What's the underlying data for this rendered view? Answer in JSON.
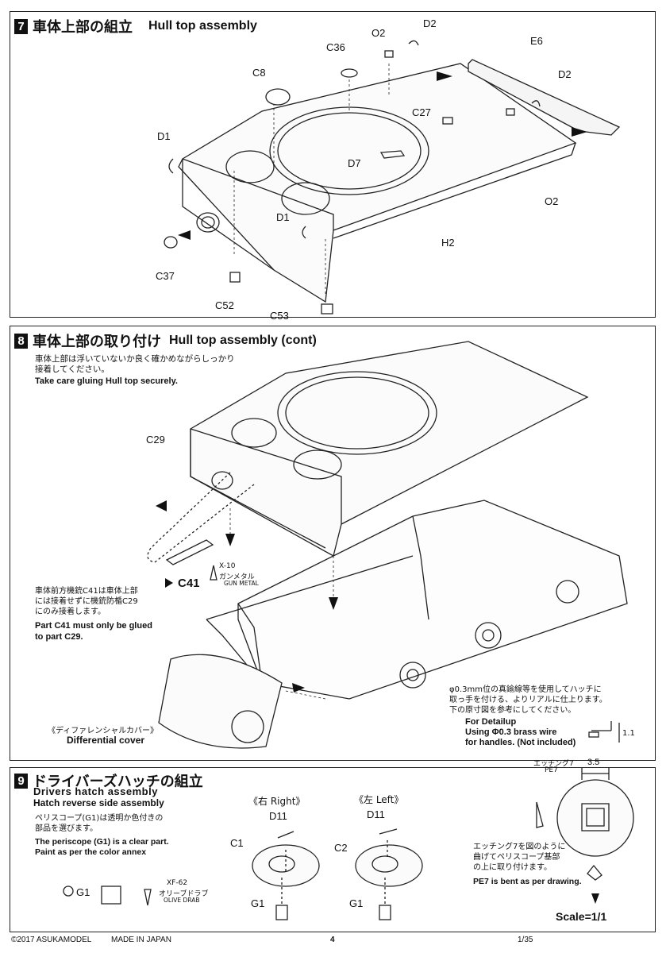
{
  "step7": {
    "number": "7",
    "title_jp": "車体上部の組立",
    "title_en": "Hull top assembly",
    "parts": {
      "o2_top": "O2",
      "d2_top": "D2",
      "c36": "C36",
      "e6": "E6",
      "d2_right": "D2",
      "c8": "C8",
      "c27": "C27",
      "d1_left": "D1",
      "d7": "D7",
      "o2_right": "O2",
      "d1_mid": "D1",
      "h2": "H2",
      "c37": "C37",
      "c52": "C52",
      "c53": "C53"
    }
  },
  "step8": {
    "number": "8",
    "title_jp": "車体上部の取り付け",
    "title_en": "Hull top assembly (cont)",
    "note_jp_1": "車体上部は浮いていないか良く確かめながらしっかり",
    "note_jp_2": "接着してください。",
    "note_en": "Take care gluing Hull top securely.",
    "c29": "C29",
    "c41": "C41",
    "paint_code": "X-10",
    "paint_jp": "ガンメタル",
    "paint_en": "GUN METAL",
    "c41_note_jp_1": "車体前方機銃C41は車体上部",
    "c41_note_jp_2": "には接着せずに機銃防楯C29",
    "c41_note_jp_3": "にのみ接着します。",
    "c41_note_en_1": "Part C41 must only be glued",
    "c41_note_en_2": "to part C29.",
    "diff_jp": "《ディファレンシャルカバー》",
    "diff_en": "Differential cover",
    "wire_jp_1": "φ0.3mm位の真鍮線等を使用してハッチに",
    "wire_jp_2": "取っ手を付ける、よりリアルに仕上ります。",
    "wire_jp_3": "下の原寸図を参考にしてください。",
    "wire_en_1": "For Detailup",
    "wire_en_2": "Using Φ0.3 brass wire",
    "wire_en_3": "for handles. (Not included)",
    "dim_1": "1.1"
  },
  "step9": {
    "number": "9",
    "title_jp": "ドライバーズハッチの組立",
    "title_en_1": "Drivers hatch assembly",
    "title_en_2": "Hatch reverse side assembly",
    "note_jp_1": "ペリスコープ(G1)は透明か色付きの",
    "note_jp_2": "部品を選びます。",
    "note_en_1": "The periscope (G1) is a clear part.",
    "note_en_2": "Paint as per the color annex",
    "g1": "G1",
    "paint_code": "XF-62",
    "paint_jp": "オリーブドラブ",
    "paint_en": "OLIVE DRAB",
    "right_label": "《右 Right》",
    "left_label": "《左 Left》",
    "d11_right": "D11",
    "d11_left": "D11",
    "c1": "C1",
    "c2": "C2",
    "g1_right": "G1",
    "g1_left": "G1",
    "pe_label_jp": "エッチング7",
    "pe_label": "PE7",
    "pe_dim": "3.5",
    "pe_note_jp_1": "エッチング7を図のように",
    "pe_note_jp_2": "曲げてペリスコープ基部",
    "pe_note_jp_3": "の上に取り付けます。",
    "pe_note_en": "PE7 is bent as per drawing.",
    "scale": "Scale=1/1"
  },
  "footer": {
    "copyright": "©2017 ASUKAMODEL",
    "made_in": "MADE IN JAPAN",
    "page": "4",
    "series": "1/35"
  }
}
